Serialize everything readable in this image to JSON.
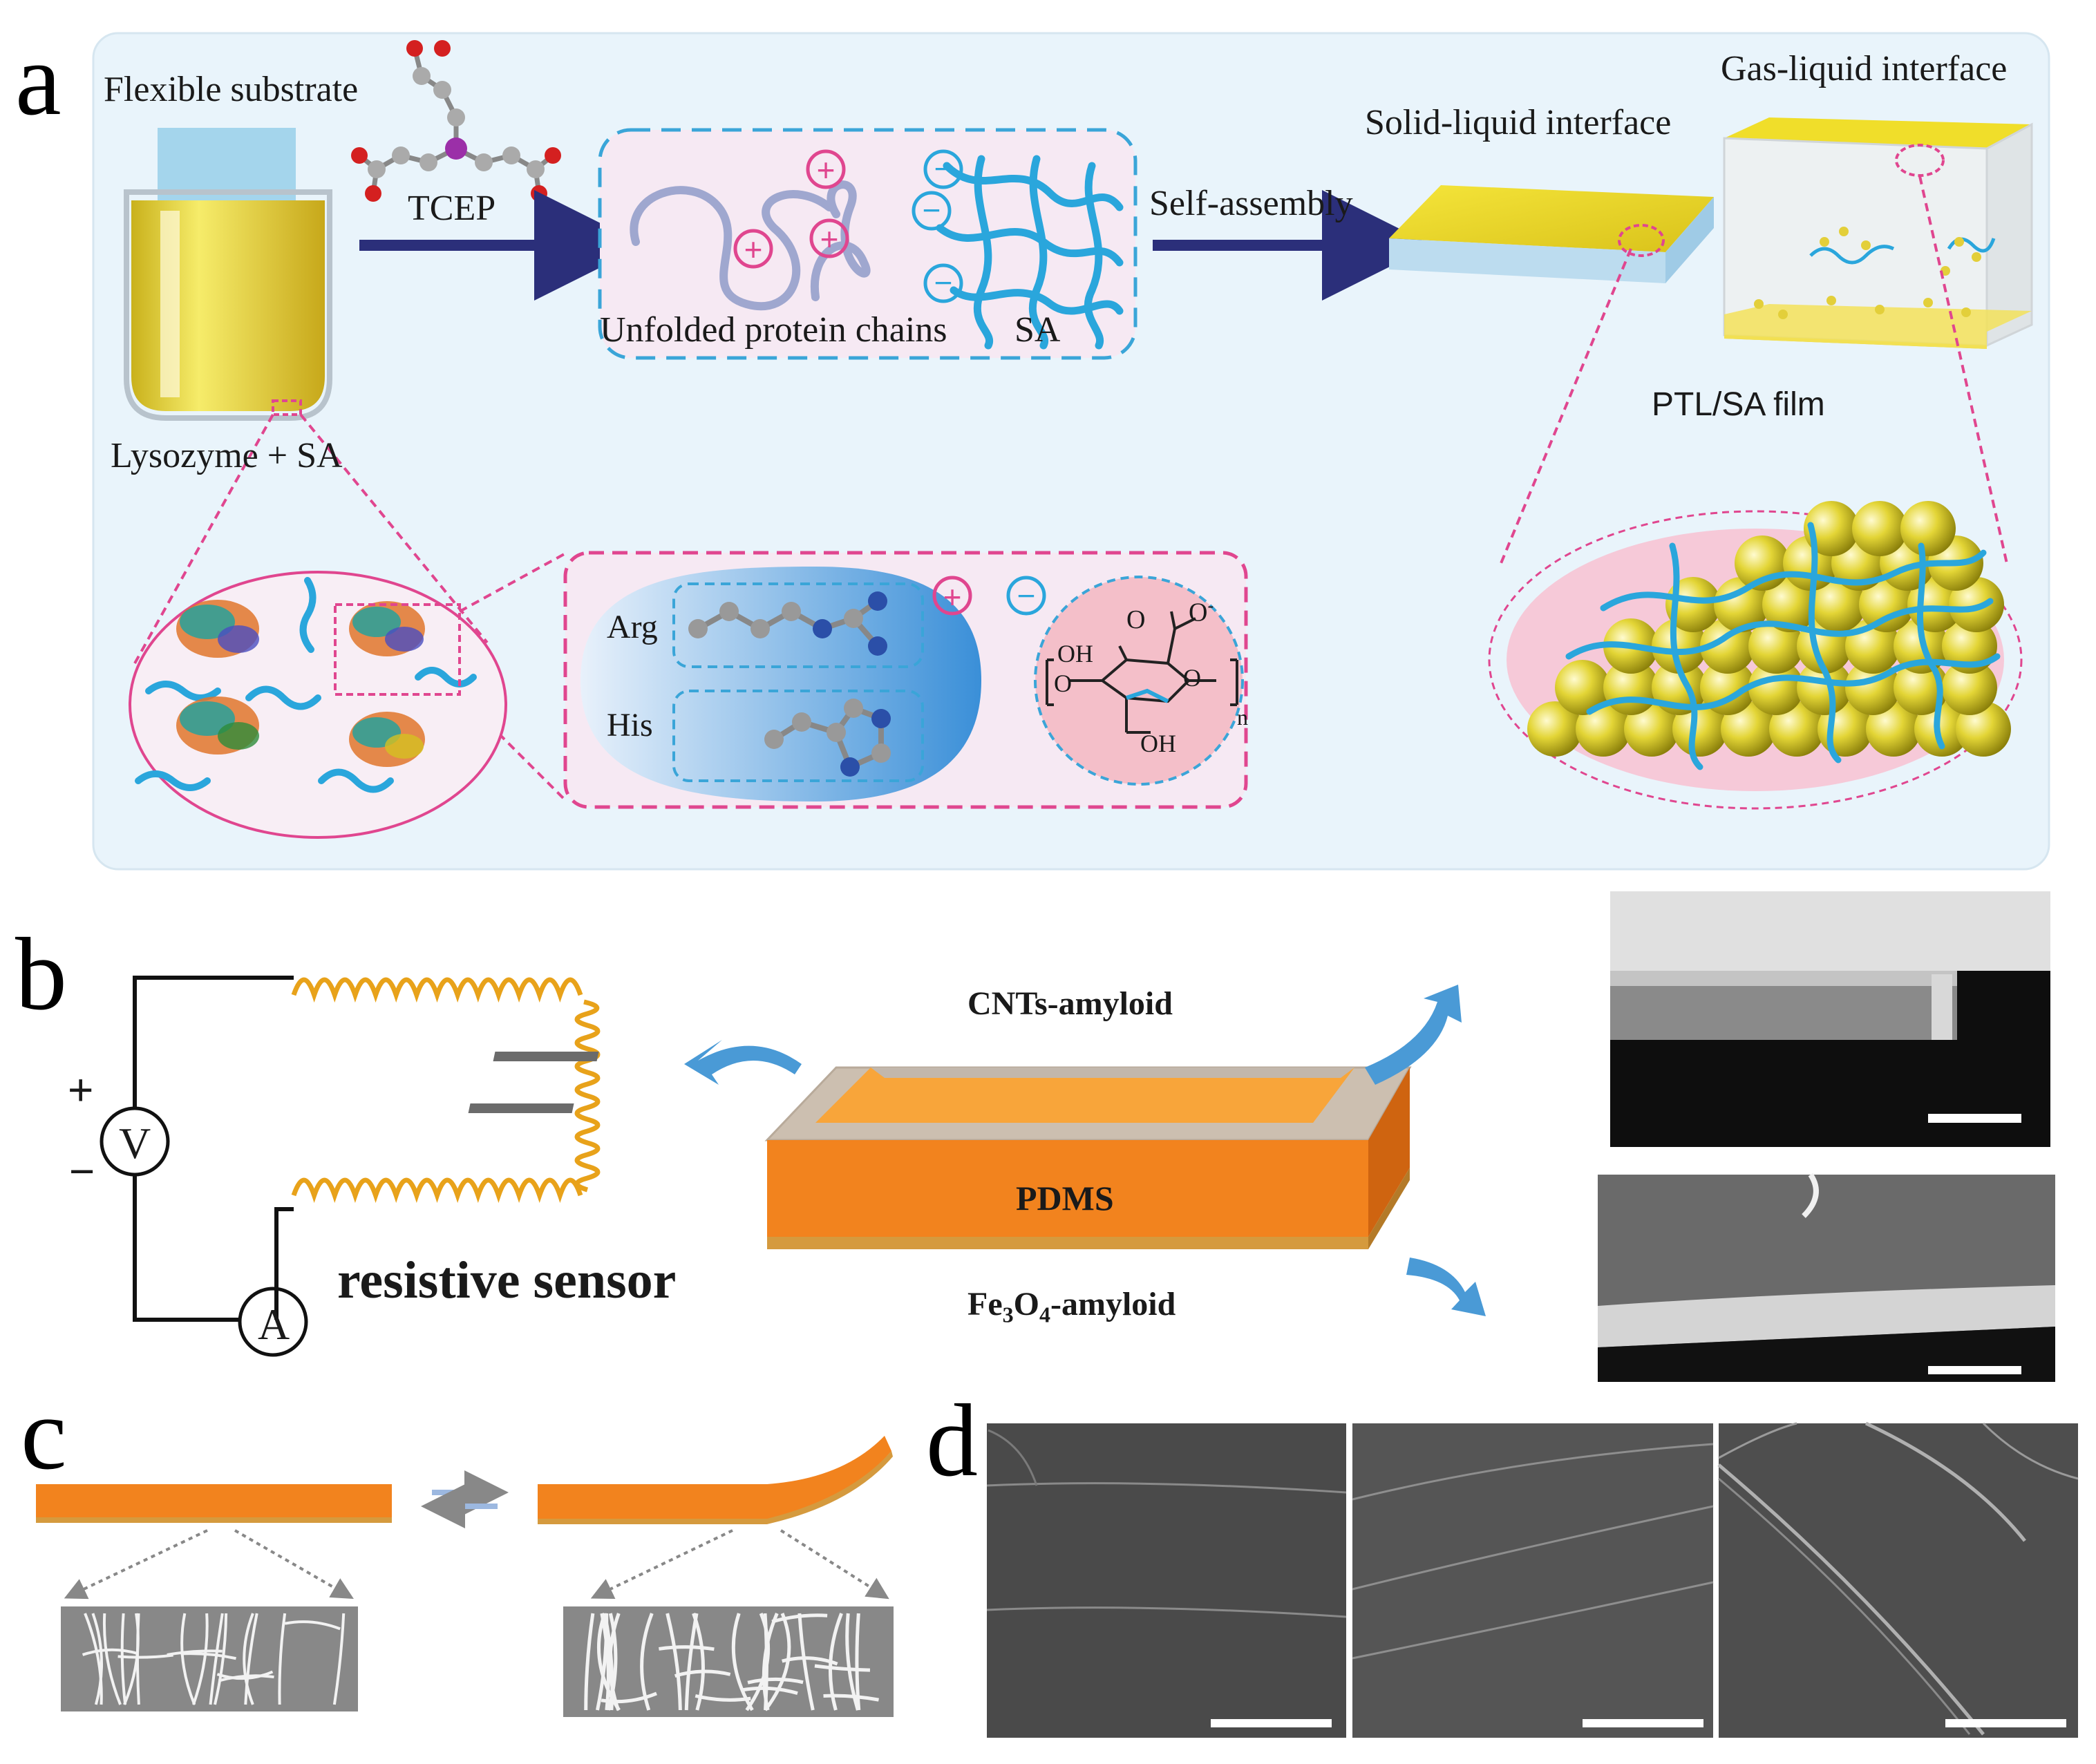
{
  "panels": {
    "a": {
      "letter": "a",
      "labels": {
        "flexible_substrate": "Flexible substrate",
        "tcep": "TCEP",
        "lysozyme_sa": "Lysozyme + SA",
        "unfolded_protein_chains": "Unfolded protein chains",
        "sa": "SA",
        "self_assembly": "Self-assembly",
        "solid_liquid_interface": "Solid-liquid interface",
        "gas_liquid_interface": "Gas-liquid interface",
        "ptl_sa_film": "PTL/SA film",
        "arg": "Arg",
        "his": "His",
        "oh_top": "OH",
        "oh_bottom": "OH",
        "o_minus": "O",
        "minus_sup": "-",
        "o_ring": "O",
        "o_left": "O",
        "o_double": "O",
        "n_sub": "n"
      }
    },
    "b": {
      "letter": "b",
      "labels": {
        "plus": "+",
        "minus": "−",
        "voltmeter": "V",
        "ammeter": "A",
        "resistive_sensor": "resistive sensor",
        "cnts_amyloid": "CNTs-amyloid",
        "pdms": "PDMS",
        "fe3o4_prefix": "Fe",
        "fe3o4_sub1": "3",
        "fe3o4_mid": "O",
        "fe3o4_sub2": "4",
        "fe3o4_suffix": "-amyloid"
      }
    },
    "c": {
      "letter": "c"
    },
    "d": {
      "letter": "d"
    }
  },
  "colors": {
    "panel_a_bg": "#e9f4fb",
    "arrow_navy": "#2b2f7a",
    "pink_dash": "#e0468f",
    "blue_dash": "#3aa5d8",
    "sa_blue": "#2aa6dc",
    "gold": "#f2e24a",
    "orange": "#f7921e",
    "dark_orange": "#e8731a",
    "spring": "#e8a21a",
    "sem_gray": "#5e5e5e"
  }
}
